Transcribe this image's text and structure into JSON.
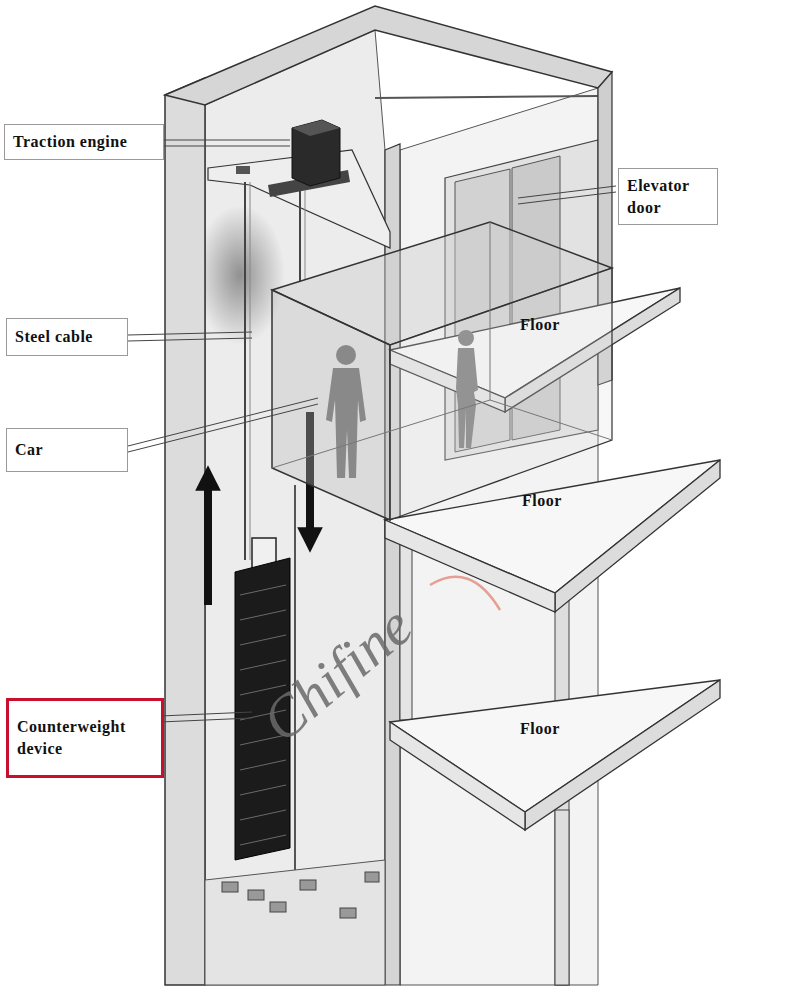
{
  "diagram": {
    "nodes": [
      {
        "text": [
          "Traction engine"
        ]
      },
      {
        "text": [
          "Elevator door"
        ]
      },
      {
        "text": [
          "Steel cable"
        ]
      },
      {
        "text": [
          "Car"
        ]
      },
      {
        "text": [
          "Counterweight device"
        ]
      }
    ],
    "labels": [
      "Floor",
      "Floor",
      "Floor",
      "Chifine"
    ]
  }
}
